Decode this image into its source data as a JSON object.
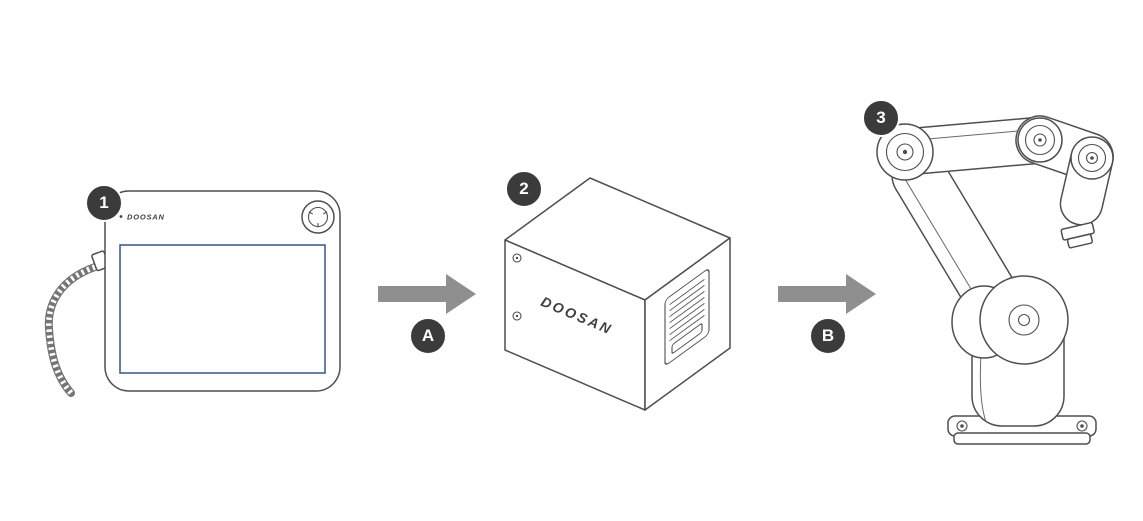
{
  "diagram": {
    "type": "flow",
    "nodes": [
      {
        "id": "1",
        "badge": "1",
        "component": "teach-pendant",
        "brand": "DOOSAN"
      },
      {
        "id": "2",
        "badge": "2",
        "component": "controller",
        "brand": "DOOSAN"
      },
      {
        "id": "3",
        "badge": "3",
        "component": "robot-arm"
      }
    ],
    "connectors": [
      {
        "badge": "A",
        "from": "1",
        "to": "2",
        "direction": "right"
      },
      {
        "badge": "B",
        "from": "2",
        "to": "3",
        "direction": "right"
      }
    ],
    "colors": {
      "badge_bg": "#3b3b3b",
      "badge_text": "#ffffff",
      "arrow": "#8f8f8f",
      "outline": "#4f4f4f",
      "brand_text": "#3f3f3f",
      "screen_border": "#355488",
      "cable": "#757575"
    }
  }
}
